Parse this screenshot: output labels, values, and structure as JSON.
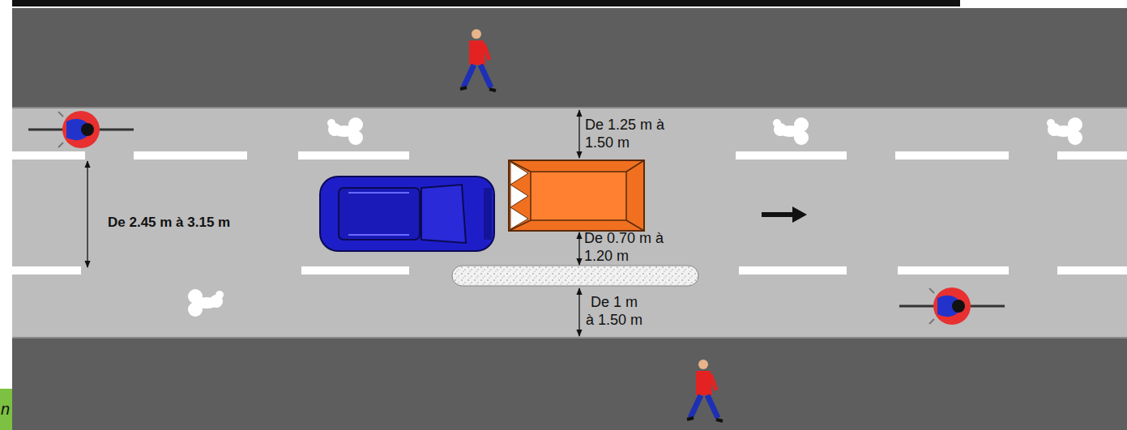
{
  "diagram": {
    "labels": [
      "De 1.25 m à 1.50 m",
      "De 2.45 m à 3.15 m",
      "De 0.70 m à 1.20 m",
      "De 1 m à 1.50 m",
      "n"
    ]
  }
}
